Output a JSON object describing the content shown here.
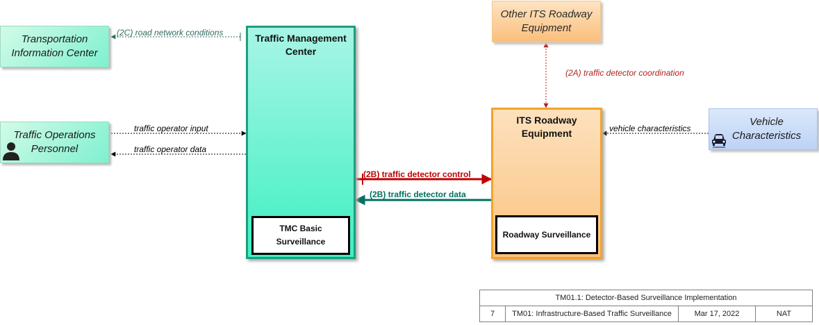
{
  "nodes": {
    "tic": "Transportation Information Center",
    "top": "Traffic Operations Personnel",
    "tmc": "Traffic Management Center",
    "other_its": "Other ITS Roadway Equipment",
    "its": "ITS Roadway Equipment",
    "vehicle": "Vehicle Characteristics"
  },
  "objects": {
    "tmc_obj": "TMC Basic Surveillance",
    "its_obj": "Roadway Surveillance"
  },
  "flows": {
    "road_network": "(2C) road network conditions",
    "operator_input": "traffic operator input",
    "operator_data": "traffic operator data",
    "detector_coordination": "(2A) traffic detector coordination",
    "vehicle_characteristics": "vehicle characteristics",
    "detector_control": "(2B) traffic detector control",
    "detector_data": "(2B) traffic detector data"
  },
  "colors": {
    "flow_default": "#000000",
    "flow_2a": "#b22222",
    "flow_2b_control": "#c00000",
    "flow_2b_data": "#007060",
    "flow_2c": "#2e6b5e"
  },
  "icons": {
    "person": "person-icon",
    "vehicle": "vehicle-icon"
  },
  "footer": {
    "title": "TM01.1: Detector-Based Surveillance Implementation",
    "number": "7",
    "package": "TM01: Infrastructure-Based Traffic Surveillance",
    "date": "Mar 17, 2022",
    "scope": "NAT"
  }
}
